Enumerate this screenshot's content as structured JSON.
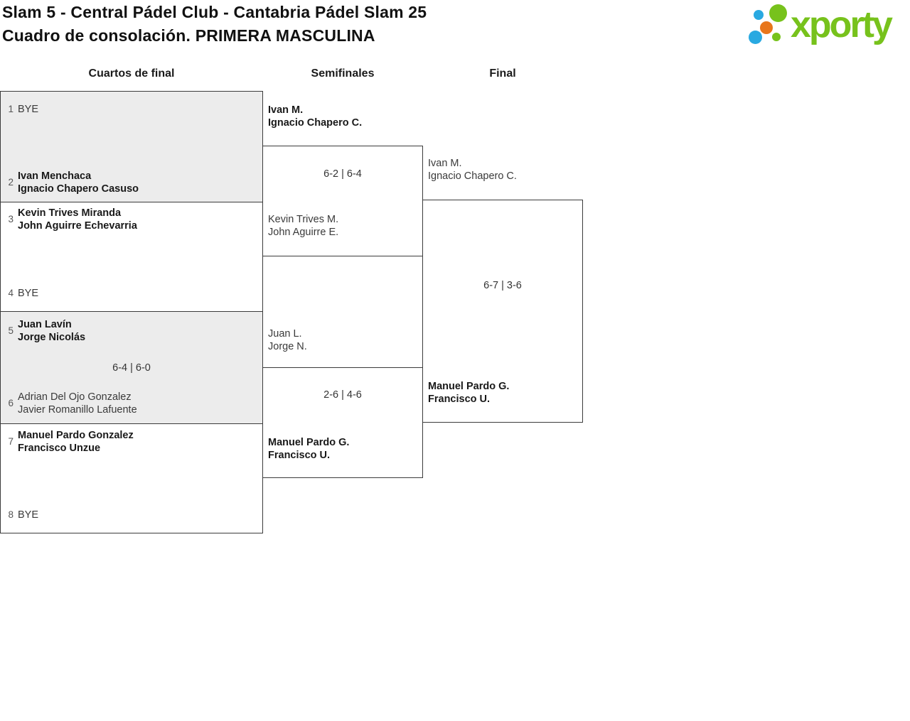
{
  "page": {
    "title_line1": "Slam 5 - Central Pádel Club - Cantabria Pádel Slam 25",
    "title_line2": "Cuadro de consolación. PRIMERA MASCULINA"
  },
  "logo": {
    "wordmark": "xporty"
  },
  "colors": {
    "logo_green": "#77c21c",
    "logo_blue": "#29a9e1",
    "logo_orange": "#e8761b",
    "panel_gray": "#ececec",
    "border": "#3b3b3b"
  },
  "rounds": {
    "quarterfinals": "Cuartos de final",
    "semifinals": "Semifinales",
    "final": "Final"
  },
  "quarterfinals": {
    "slots": [
      {
        "seed": "1",
        "line1": "BYE",
        "line2": "",
        "winner": false
      },
      {
        "seed": "2",
        "line1": "Ivan Menchaca",
        "line2": "Ignacio Chapero Casuso",
        "winner": true
      },
      {
        "seed": "3",
        "line1": "Kevin Trives Miranda",
        "line2": "John Aguirre Echevarria",
        "winner": true
      },
      {
        "seed": "4",
        "line1": "BYE",
        "line2": "",
        "winner": false
      },
      {
        "seed": "5",
        "line1": "Juan Lavín",
        "line2": "Jorge Nicolás",
        "winner": true
      },
      {
        "seed": "6",
        "line1": "Adrian Del Ojo Gonzalez",
        "line2": "Javier Romanillo Lafuente",
        "winner": false
      },
      {
        "seed": "7",
        "line1": "Manuel Pardo Gonzalez",
        "line2": "Francisco Unzue",
        "winner": true
      },
      {
        "seed": "8",
        "line1": "BYE",
        "line2": "",
        "winner": false
      }
    ],
    "match3_score": "6-4 | 6-0"
  },
  "semifinals": {
    "sf1": {
      "top_line1": "Ivan M.",
      "top_line2": "Ignacio Chapero C.",
      "top_winner": true,
      "score": "6-2 | 6-4",
      "bottom_line1": "Kevin Trives M.",
      "bottom_line2": "John Aguirre E.",
      "bottom_winner": false
    },
    "sf2": {
      "top_line1": "Juan L.",
      "top_line2": "Jorge N.",
      "top_winner": false,
      "score": "2-6 | 4-6",
      "bottom_line1": "Manuel Pardo G.",
      "bottom_line2": "Francisco U.",
      "bottom_winner": true
    }
  },
  "final": {
    "top_line1": "Ivan M.",
    "top_line2": "Ignacio Chapero C.",
    "top_winner": false,
    "score": "6-7 | 3-6",
    "bottom_line1": "Manuel Pardo G.",
    "bottom_line2": "Francisco U.",
    "bottom_winner": true
  }
}
